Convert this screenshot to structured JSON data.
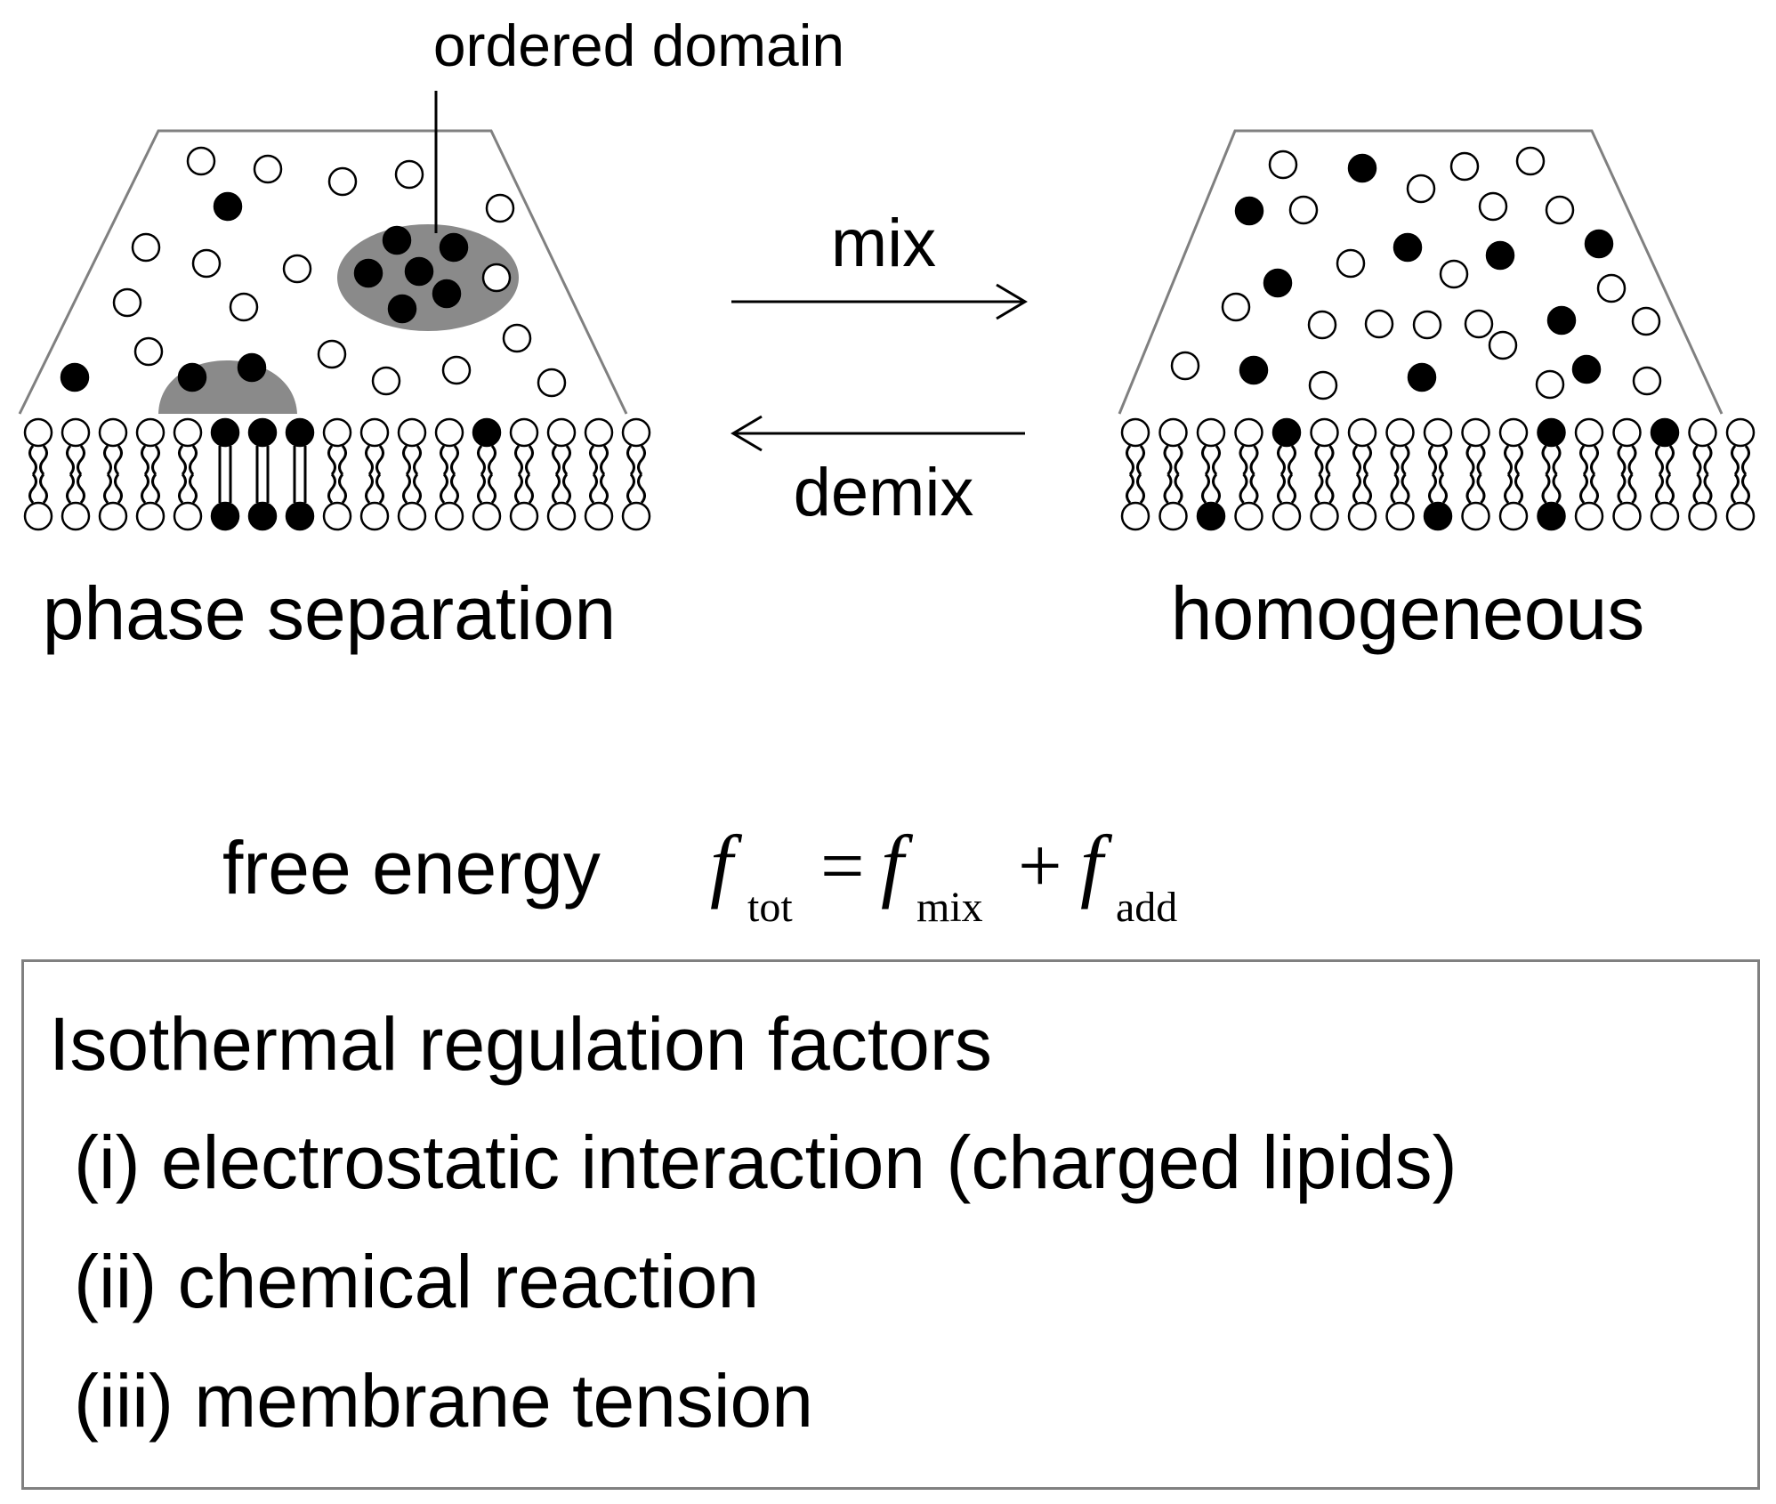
{
  "labels": {
    "ordered_domain": "ordered domain",
    "mix": "mix",
    "demix": "demix",
    "phase_separation": "phase separation",
    "homogeneous": "homogeneous"
  },
  "equation": {
    "prefix": "free energy",
    "f": "f",
    "sub_tot": "tot",
    "equals": "=",
    "sub_mix": "mix",
    "plus": "+",
    "sub_add": "add"
  },
  "factors": {
    "title": "Isothermal regulation factors",
    "items": [
      "(i) electrostatic interaction (charged lipids)",
      "(ii) chemical reaction",
      "(iii) membrane tension"
    ]
  },
  "colors": {
    "lipid_dark": "#000000",
    "lipid_light": "#ffffff",
    "domain_fill": "#8a8a8a",
    "outline": "#808080"
  }
}
